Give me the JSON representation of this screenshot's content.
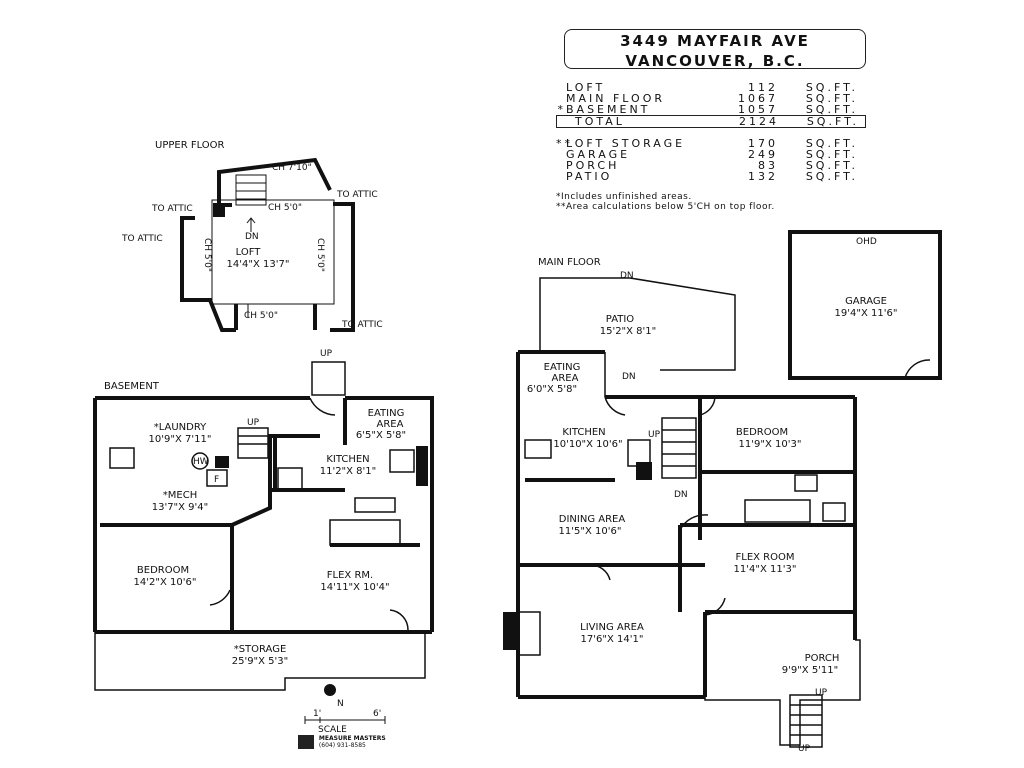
{
  "address": {
    "line1": "3449 MAYFAIR AVE",
    "line2": "VANCOUVER, B.C."
  },
  "areas": [
    {
      "star": "",
      "label": "LOFT",
      "value": "112",
      "unit": "SQ.FT."
    },
    {
      "star": "",
      "label": "MAIN FLOOR",
      "value": "1067",
      "unit": "SQ.FT."
    },
    {
      "star": "*",
      "label": "BASEMENT",
      "value": "1057",
      "unit": "SQ.FT."
    },
    {
      "star": "",
      "label": "TOTAL",
      "value": "2124",
      "unit": "SQ.FT."
    }
  ],
  "extra_areas": [
    {
      "star": "**",
      "label": "LOFT STORAGE",
      "value": "170",
      "unit": "SQ.FT."
    },
    {
      "star": "",
      "label": "GARAGE",
      "value": "249",
      "unit": "SQ.FT."
    },
    {
      "star": "",
      "label": "PORCH",
      "value": "83",
      "unit": "SQ.FT."
    },
    {
      "star": "",
      "label": "PATIO",
      "value": "132",
      "unit": "SQ.FT."
    }
  ],
  "notes": [
    "*Includes unfinished areas.",
    "**Area calculations below 5'CH on top floor."
  ],
  "floor_titles": {
    "upper": "UPPER FLOOR",
    "basement": "BASEMENT",
    "main": "MAIN FLOOR"
  },
  "upper": {
    "loft_name": "LOFT",
    "loft_dim": "14'4\"X 13'7\"",
    "ch_top": "CH 7'10\"",
    "ch_mid": "CH 5'0\"",
    "ch_bottom": "CH 5'0\"",
    "ch_left": "CH 5'0\"",
    "ch_right": "CH 5'0\"",
    "attic_top_right": "TO ATTIC",
    "attic_left_top": "TO ATTIC",
    "attic_left": "TO ATTIC",
    "attic_bottom_right": "TO ATTIC",
    "dn": "DN"
  },
  "basement": {
    "laundry_name": "*LAUNDRY",
    "laundry_dim": "10'9\"X 7'11\"",
    "mech_name": "*MECH",
    "mech_dim": "13'7\"X 9'4\"",
    "kitchen_name": "KITCHEN",
    "kitchen_dim": "11'2\"X 8'1\"",
    "eating_name1": "EATING",
    "eating_name2": "AREA",
    "eating_dim": "6'5\"X 5'8\"",
    "bedroom_name": "BEDROOM",
    "bedroom_dim": "14'2\"X 10'6\"",
    "flex_name": "FLEX RM.",
    "flex_dim": "14'11\"X 10'4\"",
    "storage_name": "*STORAGE",
    "storage_dim": "25'9\"X 5'3\"",
    "hw": "HW",
    "f": "F",
    "up1": "UP",
    "up2": "UP"
  },
  "main": {
    "patio_name": "PATIO",
    "patio_dim": "15'2\"X 8'1\"",
    "eating_name1": "EATING",
    "eating_name2": "AREA",
    "eating_dim": "6'0\"X 5'8\"",
    "kitchen_name": "KITCHEN",
    "kitchen_dim": "10'10\"X 10'6\"",
    "bedroom_name": "BEDROOM",
    "bedroom_dim": "11'9\"X 10'3\"",
    "dining_name": "DINING AREA",
    "dining_dim": "11'5\"X 10'6\"",
    "flex_name": "FLEX ROOM",
    "flex_dim": "11'4\"X 11'3\"",
    "living_name": "LIVING AREA",
    "living_dim": "17'6\"X 14'1\"",
    "porch_name": "PORCH",
    "porch_dim": "9'9\"X 5'11\"",
    "garage_name": "GARAGE",
    "garage_dim": "19'4\"X 11'6\"",
    "ohd": "OHD",
    "dn_top": "DN",
    "dn_patio": "DN",
    "dn_stair": "DN",
    "up_stair": "UP",
    "up_porch": "UP",
    "up_bottom": "UP"
  },
  "scale": {
    "label": "SCALE",
    "left": "1'",
    "right": "6'",
    "north": "N"
  },
  "logo": {
    "name": "MEASURE MASTERS",
    "phone": "(604) 931-8585"
  }
}
